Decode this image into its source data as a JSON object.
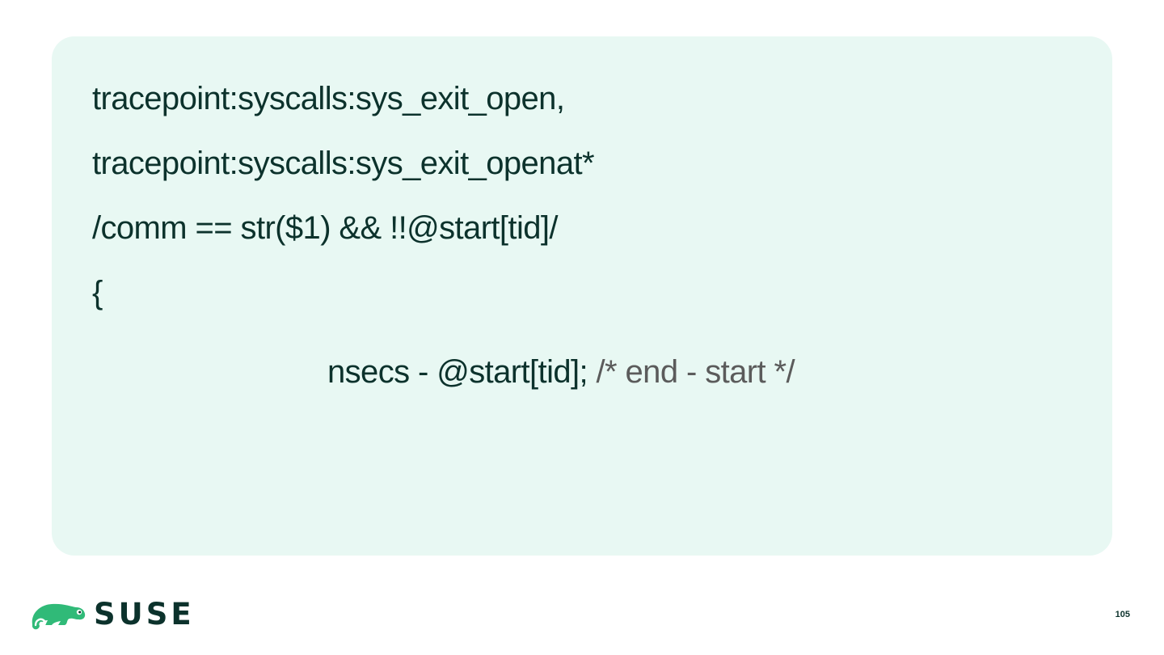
{
  "code": {
    "line1": "tracepoint:syscalls:sys_exit_open,",
    "line2": "tracepoint:syscalls:sys_exit_openat*",
    "line3": "/comm == str($1) && !!@start[tid]/",
    "line4": "{",
    "line5_code": "nsecs - @start[tid]; ",
    "line5_comment": "/* end - start */"
  },
  "footer": {
    "brand": "SUSE",
    "page_number": "105"
  },
  "colors": {
    "panel_background": "#e8f8f3",
    "text": "#0c322c",
    "comment": "#5b5b5b",
    "brand_green": "#30ba78"
  }
}
